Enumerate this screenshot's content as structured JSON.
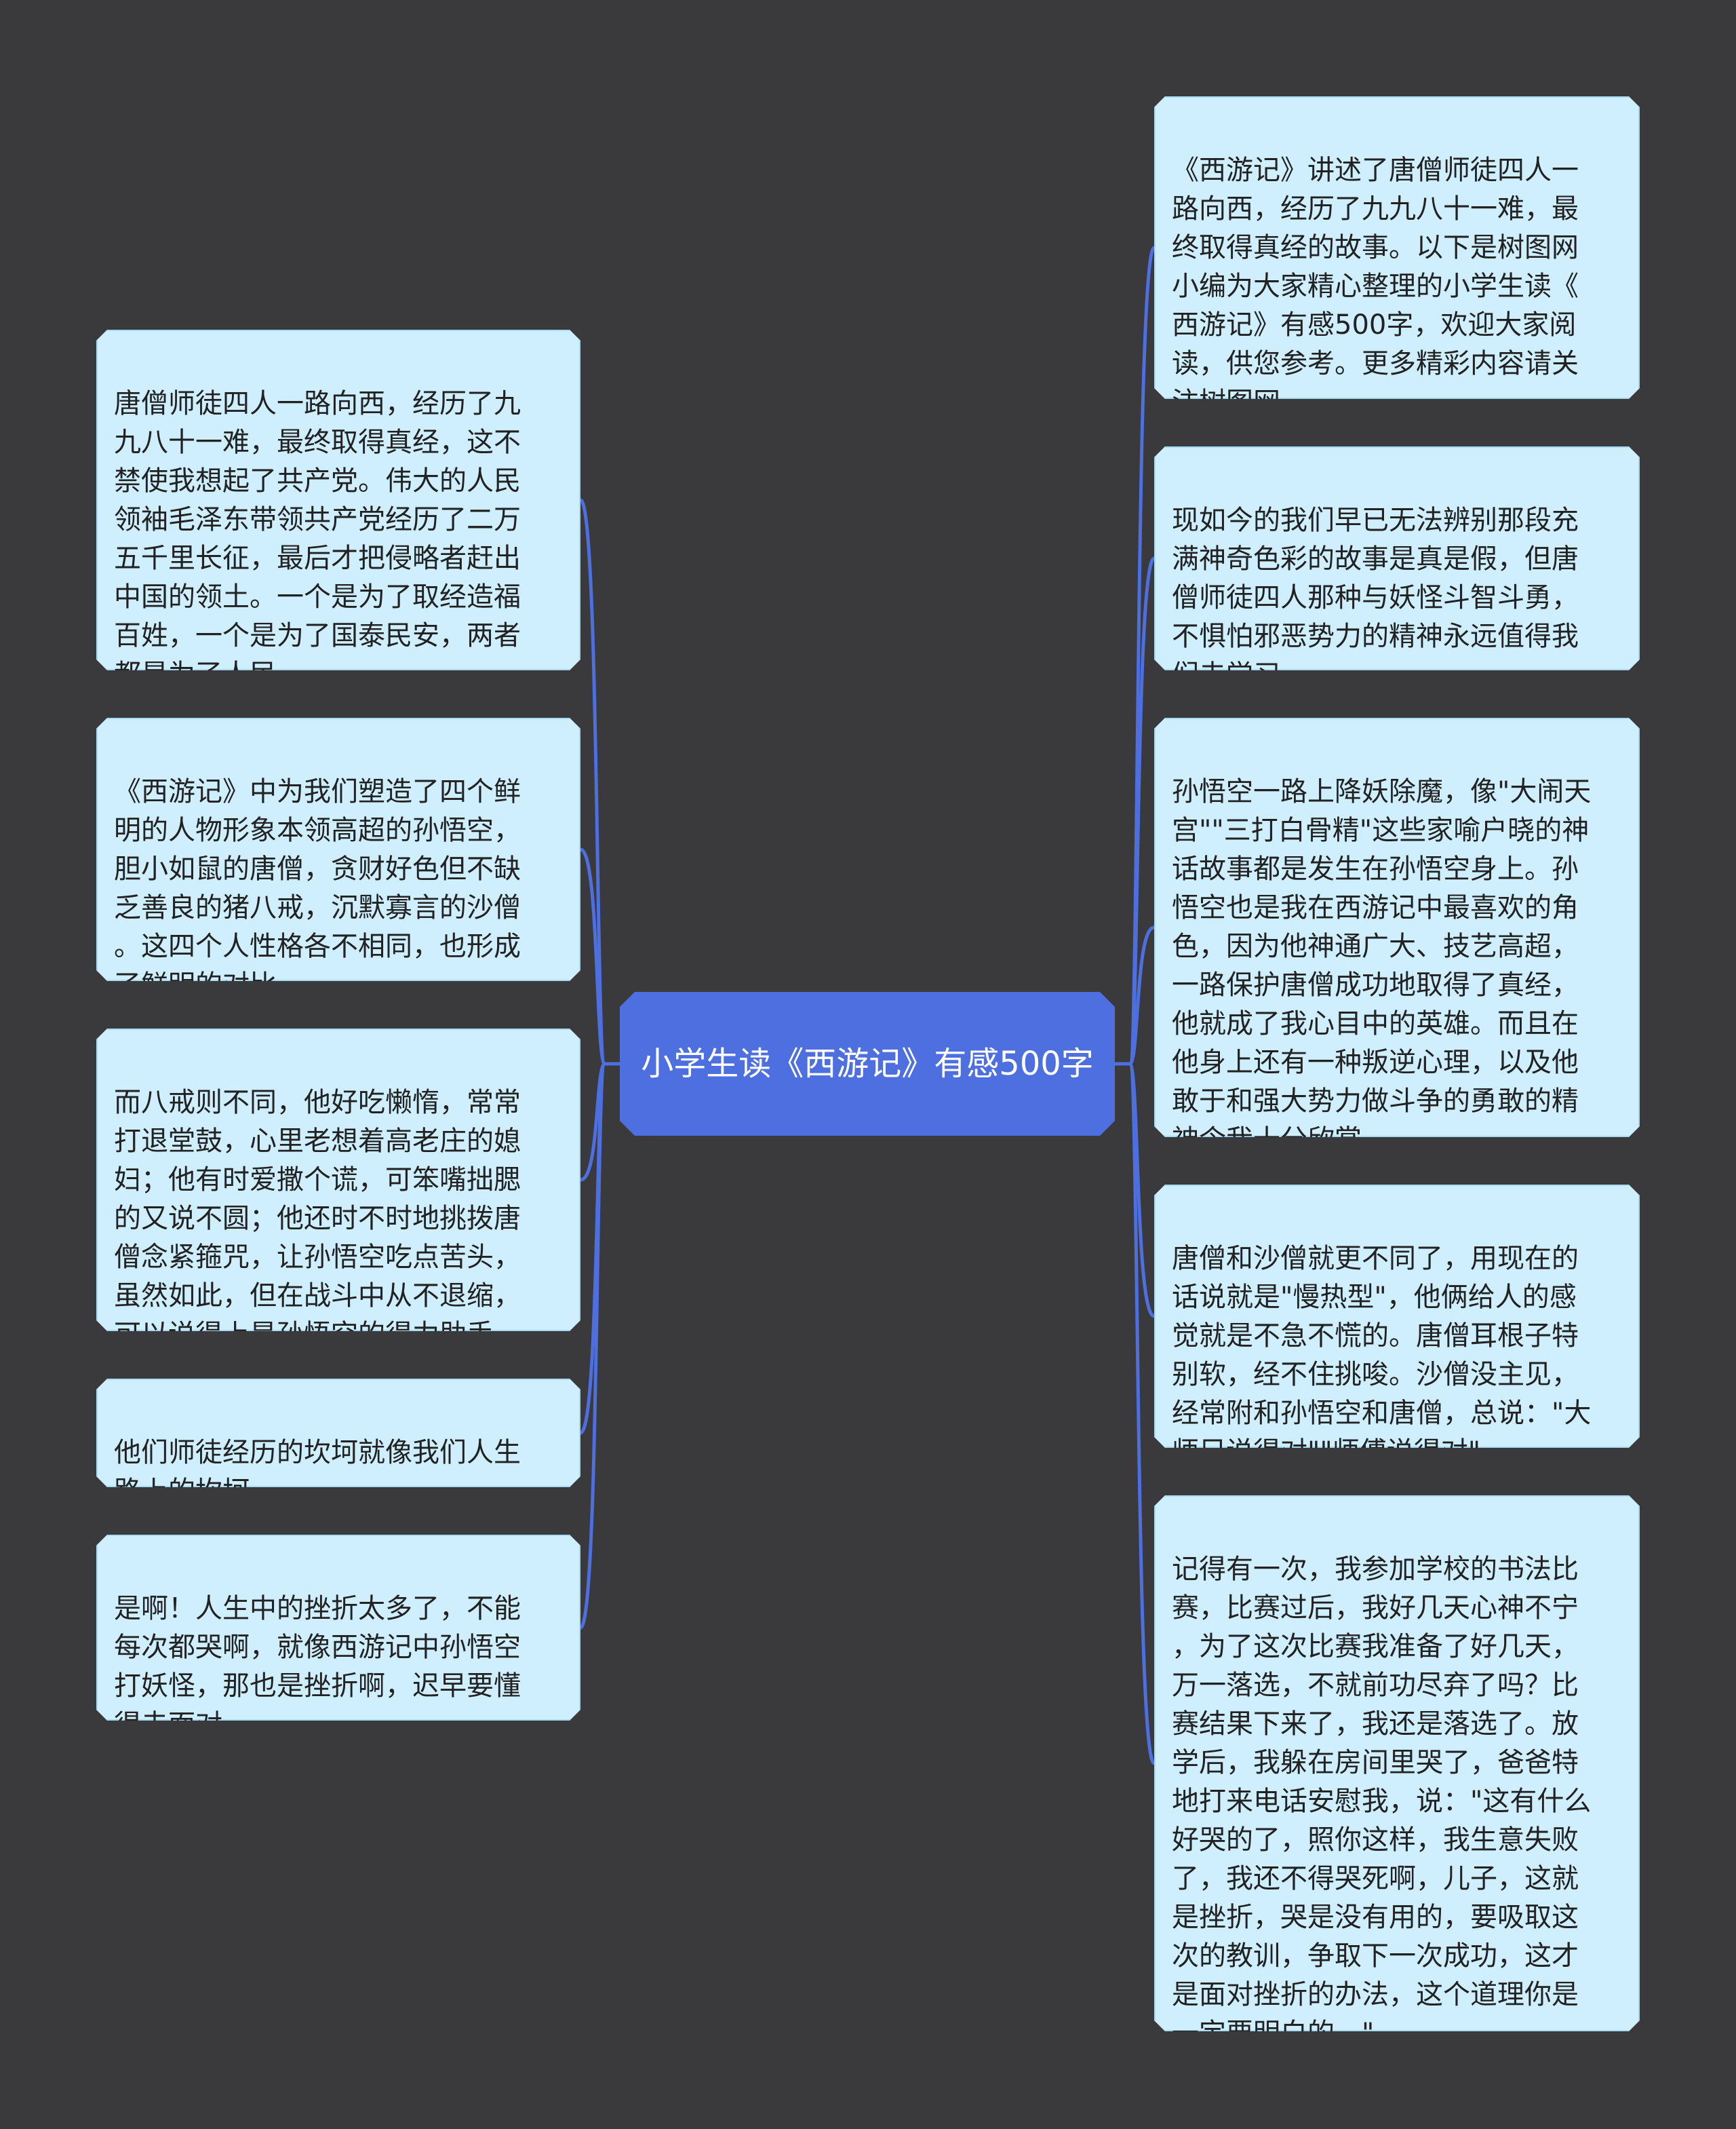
{
  "center": {
    "title": "小学生读《西游记》有感500字"
  },
  "left_nodes": [
    {
      "text": "唐僧师徒四人一路向西，经历了九\n九八十一难，最终取得真经，这不\n禁使我想起了共产党。伟大的人民\n领袖毛泽东带领共产党经历了二万\n五千里长征，最后才把侵略者赶出\n中国的领土。一个是为了取经造福\n百姓，一个是为了国泰民安，两者\n都是为了人民。"
    },
    {
      "text": "《西游记》中为我们塑造了四个鲜\n明的人物形象本领高超的孙悟空，\n胆小如鼠的唐僧，贪财好色但不缺\n乏善良的猪八戒，沉默寡言的沙僧\n。这四个人性格各不相同，也形成\n了鲜明的对比。"
    },
    {
      "text": "而八戒则不同，他好吃懒惰，常常\n打退堂鼓，心里老想着高老庄的媳\n妇；他有时爱撒个谎，可笨嘴拙腮\n的又说不圆；他还时不时地挑拨唐\n僧念紧箍咒，让孙悟空吃点苦头，\n虽然如此，但在战斗中从不退缩，\n可以说得上是孙悟空的得力助手。"
    },
    {
      "text": "他们师徒经历的坎坷就像我们人生\n路上的坎坷。"
    },
    {
      "text": "是啊！人生中的挫折太多了，不能\n每次都哭啊，就像西游记中孙悟空\n打妖怪，那也是挫折啊，迟早要懂\n得去面对。"
    }
  ],
  "right_nodes": [
    {
      "text": "《西游记》讲述了唐僧师徒四人一\n路向西，经历了九九八十一难，最\n终取得真经的故事。以下是树图网\n小编为大家精心整理的小学生读《\n西游记》有感500字，欢迎大家阅\n读，供您参考。更多精彩内容请关\n注树图网。"
    },
    {
      "text": "现如今的我们早已无法辨别那段充\n满神奇色彩的故事是真是假，但唐\n僧师徒四人那种与妖怪斗智斗勇，\n不惧怕邪恶势力的精神永远值得我\n们去学习。"
    },
    {
      "text": "孙悟空一路上降妖除魔，像\"大闹天\n宫\"\"三打白骨精\"这些家喻户晓的神\n话故事都是发生在孙悟空身上。孙\n悟空也是我在西游记中最喜欢的角\n色，因为他神通广大、技艺高超，\n一路保护唐僧成功地取得了真经，\n他就成了我心目中的英雄。而且在\n他身上还有一种叛逆心理，以及他\n敢于和强大势力做斗争的勇敢的精\n神令我十分欣赏。"
    },
    {
      "text": "唐僧和沙僧就更不同了，用现在的\n话说就是\"慢热型\"，他俩给人的感\n觉就是不急不慌的。唐僧耳根子特\n别软，经不住挑唆。沙僧没主见，\n经常附和孙悟空和唐僧，总说：\"大\n师兄说得对\"\"师傅说得对\""
    },
    {
      "text": "记得有一次，我参加学校的书法比\n赛，比赛过后，我好几天心神不宁\n，为了这次比赛我准备了好几天，\n万一落选，不就前功尽弃了吗？比\n赛结果下来了，我还是落选了。放\n学后，我躲在房间里哭了，爸爸特\n地打来电话安慰我，说：\"这有什么\n好哭的了，照你这样，我生意失败\n了，我还不得哭死啊，儿子，这就\n是挫折，哭是没有用的，要吸取这\n次的教训，争取下一次成功，这才\n是面对挫折的办法，这个道理你是\n一定要明白的。\""
    }
  ],
  "colors": {
    "background": "#3a393c",
    "center_fill": "#4d6fdf",
    "node_fill": "#cfefff",
    "node_border": "#a8dcf5",
    "link": "#4d6fdf"
  }
}
